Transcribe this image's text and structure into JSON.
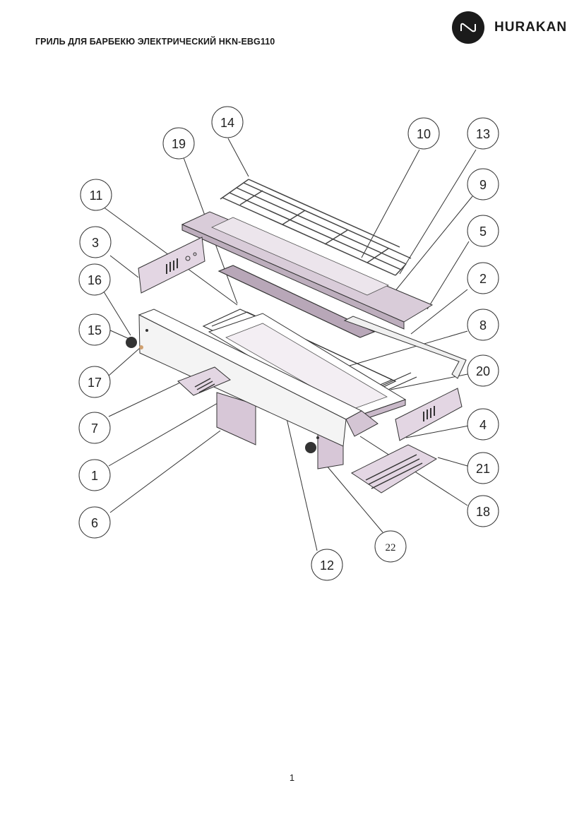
{
  "header": {
    "title": "ГРИЛЬ ДЛЯ БАРБЕКЮ ЭЛЕКТРИЧЕСКИЙ HKN-EBG110",
    "brand": "HURAKAN",
    "logo_icon": "hurakan-logo-icon"
  },
  "diagram": {
    "callouts": {
      "c14": "14",
      "c19": "19",
      "c10": "10",
      "c13": "13",
      "c9": "9",
      "c11": "11",
      "c5": "5",
      "c3": "3",
      "c2": "2",
      "c16": "16",
      "c8": "8",
      "c15": "15",
      "c20": "20",
      "c17": "17",
      "c7": "7",
      "c4": "4",
      "c21": "21",
      "c1": "1",
      "c18": "18",
      "c6": "6",
      "c22": "22",
      "c12": "12"
    },
    "colors": {
      "panel": "#e6dbe6",
      "panel_dark": "#cbbccb",
      "line": "#333333"
    }
  },
  "footer": {
    "page_number": "1"
  }
}
